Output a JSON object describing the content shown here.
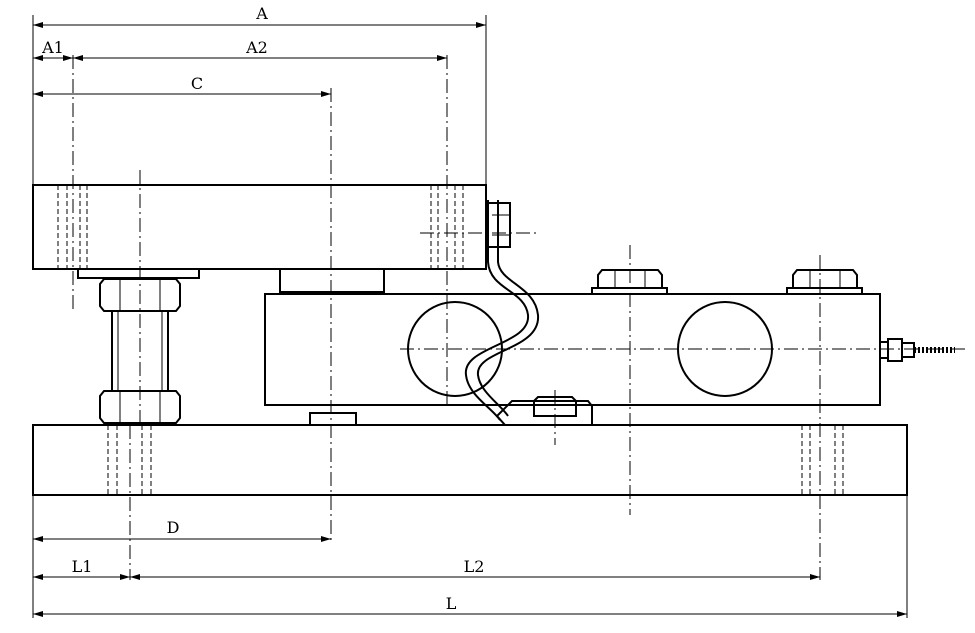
{
  "diagram": {
    "title": "",
    "dimension_labels": {
      "A": "A",
      "A1": "A1",
      "A2": "A2",
      "C": "C",
      "D": "D",
      "L1": "L1",
      "L2": "L2",
      "L": "L"
    }
  }
}
